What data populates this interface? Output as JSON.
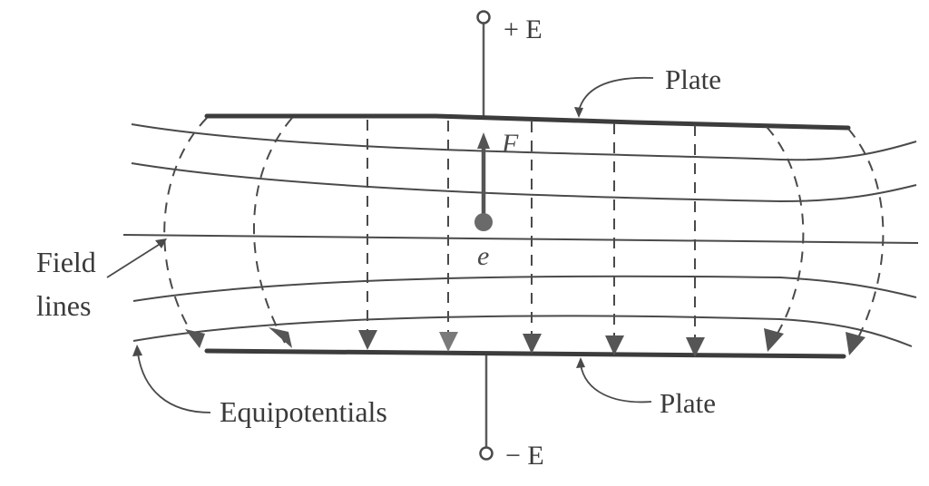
{
  "labels": {
    "plus_e": "+ E",
    "minus_e": "− E",
    "plate_top": "Plate",
    "plate_bottom": "Plate",
    "force": "F",
    "electron": "e",
    "field_lines_1": "Field",
    "field_lines_2": "lines",
    "equipotentials": "Equipotentials"
  },
  "colors": {
    "ink": "#4a4a4a",
    "plate": "#3c3c3c",
    "arrow_fill": "#555555"
  }
}
